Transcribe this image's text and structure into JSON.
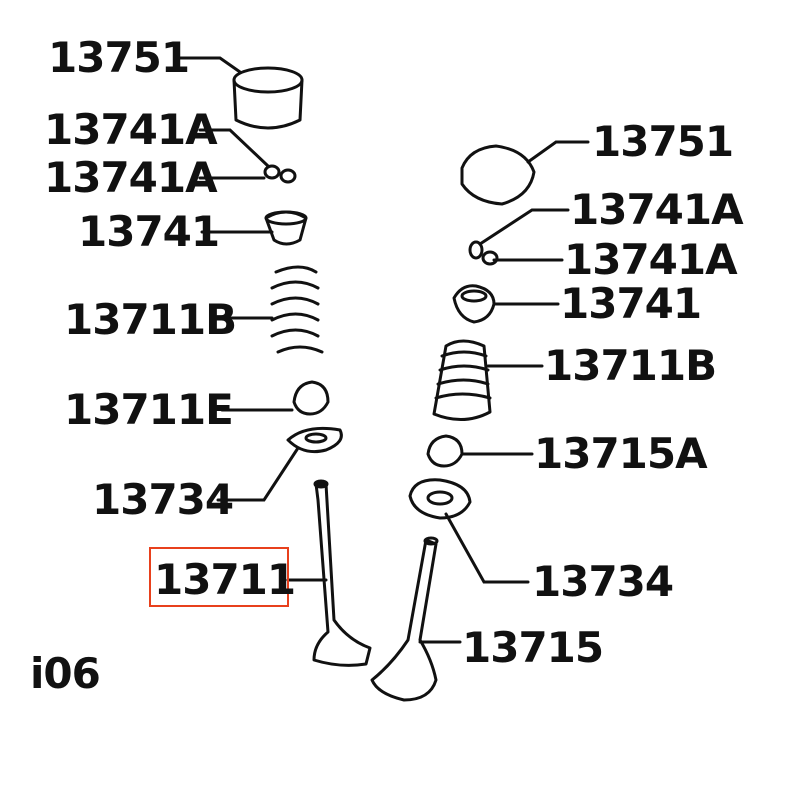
{
  "diagram": {
    "labels": {
      "left_retainer": "13751",
      "left_keeper_1": "13741A",
      "left_keeper_2": "13741A",
      "left_seat": "13741",
      "left_spring": "13711B",
      "left_seal": "13711E",
      "left_washer": "13734",
      "left_valve": "13711",
      "right_retainer": "13751",
      "right_keeper_1": "13741A",
      "right_keeper_2": "13741A",
      "right_seat": "13741",
      "right_spring": "13711B",
      "right_seal": "13715A",
      "right_washer": "13734",
      "right_valve": "13715",
      "corner_code": "i06"
    },
    "highlight_color": "#e8401c",
    "line_color": "#111111"
  }
}
